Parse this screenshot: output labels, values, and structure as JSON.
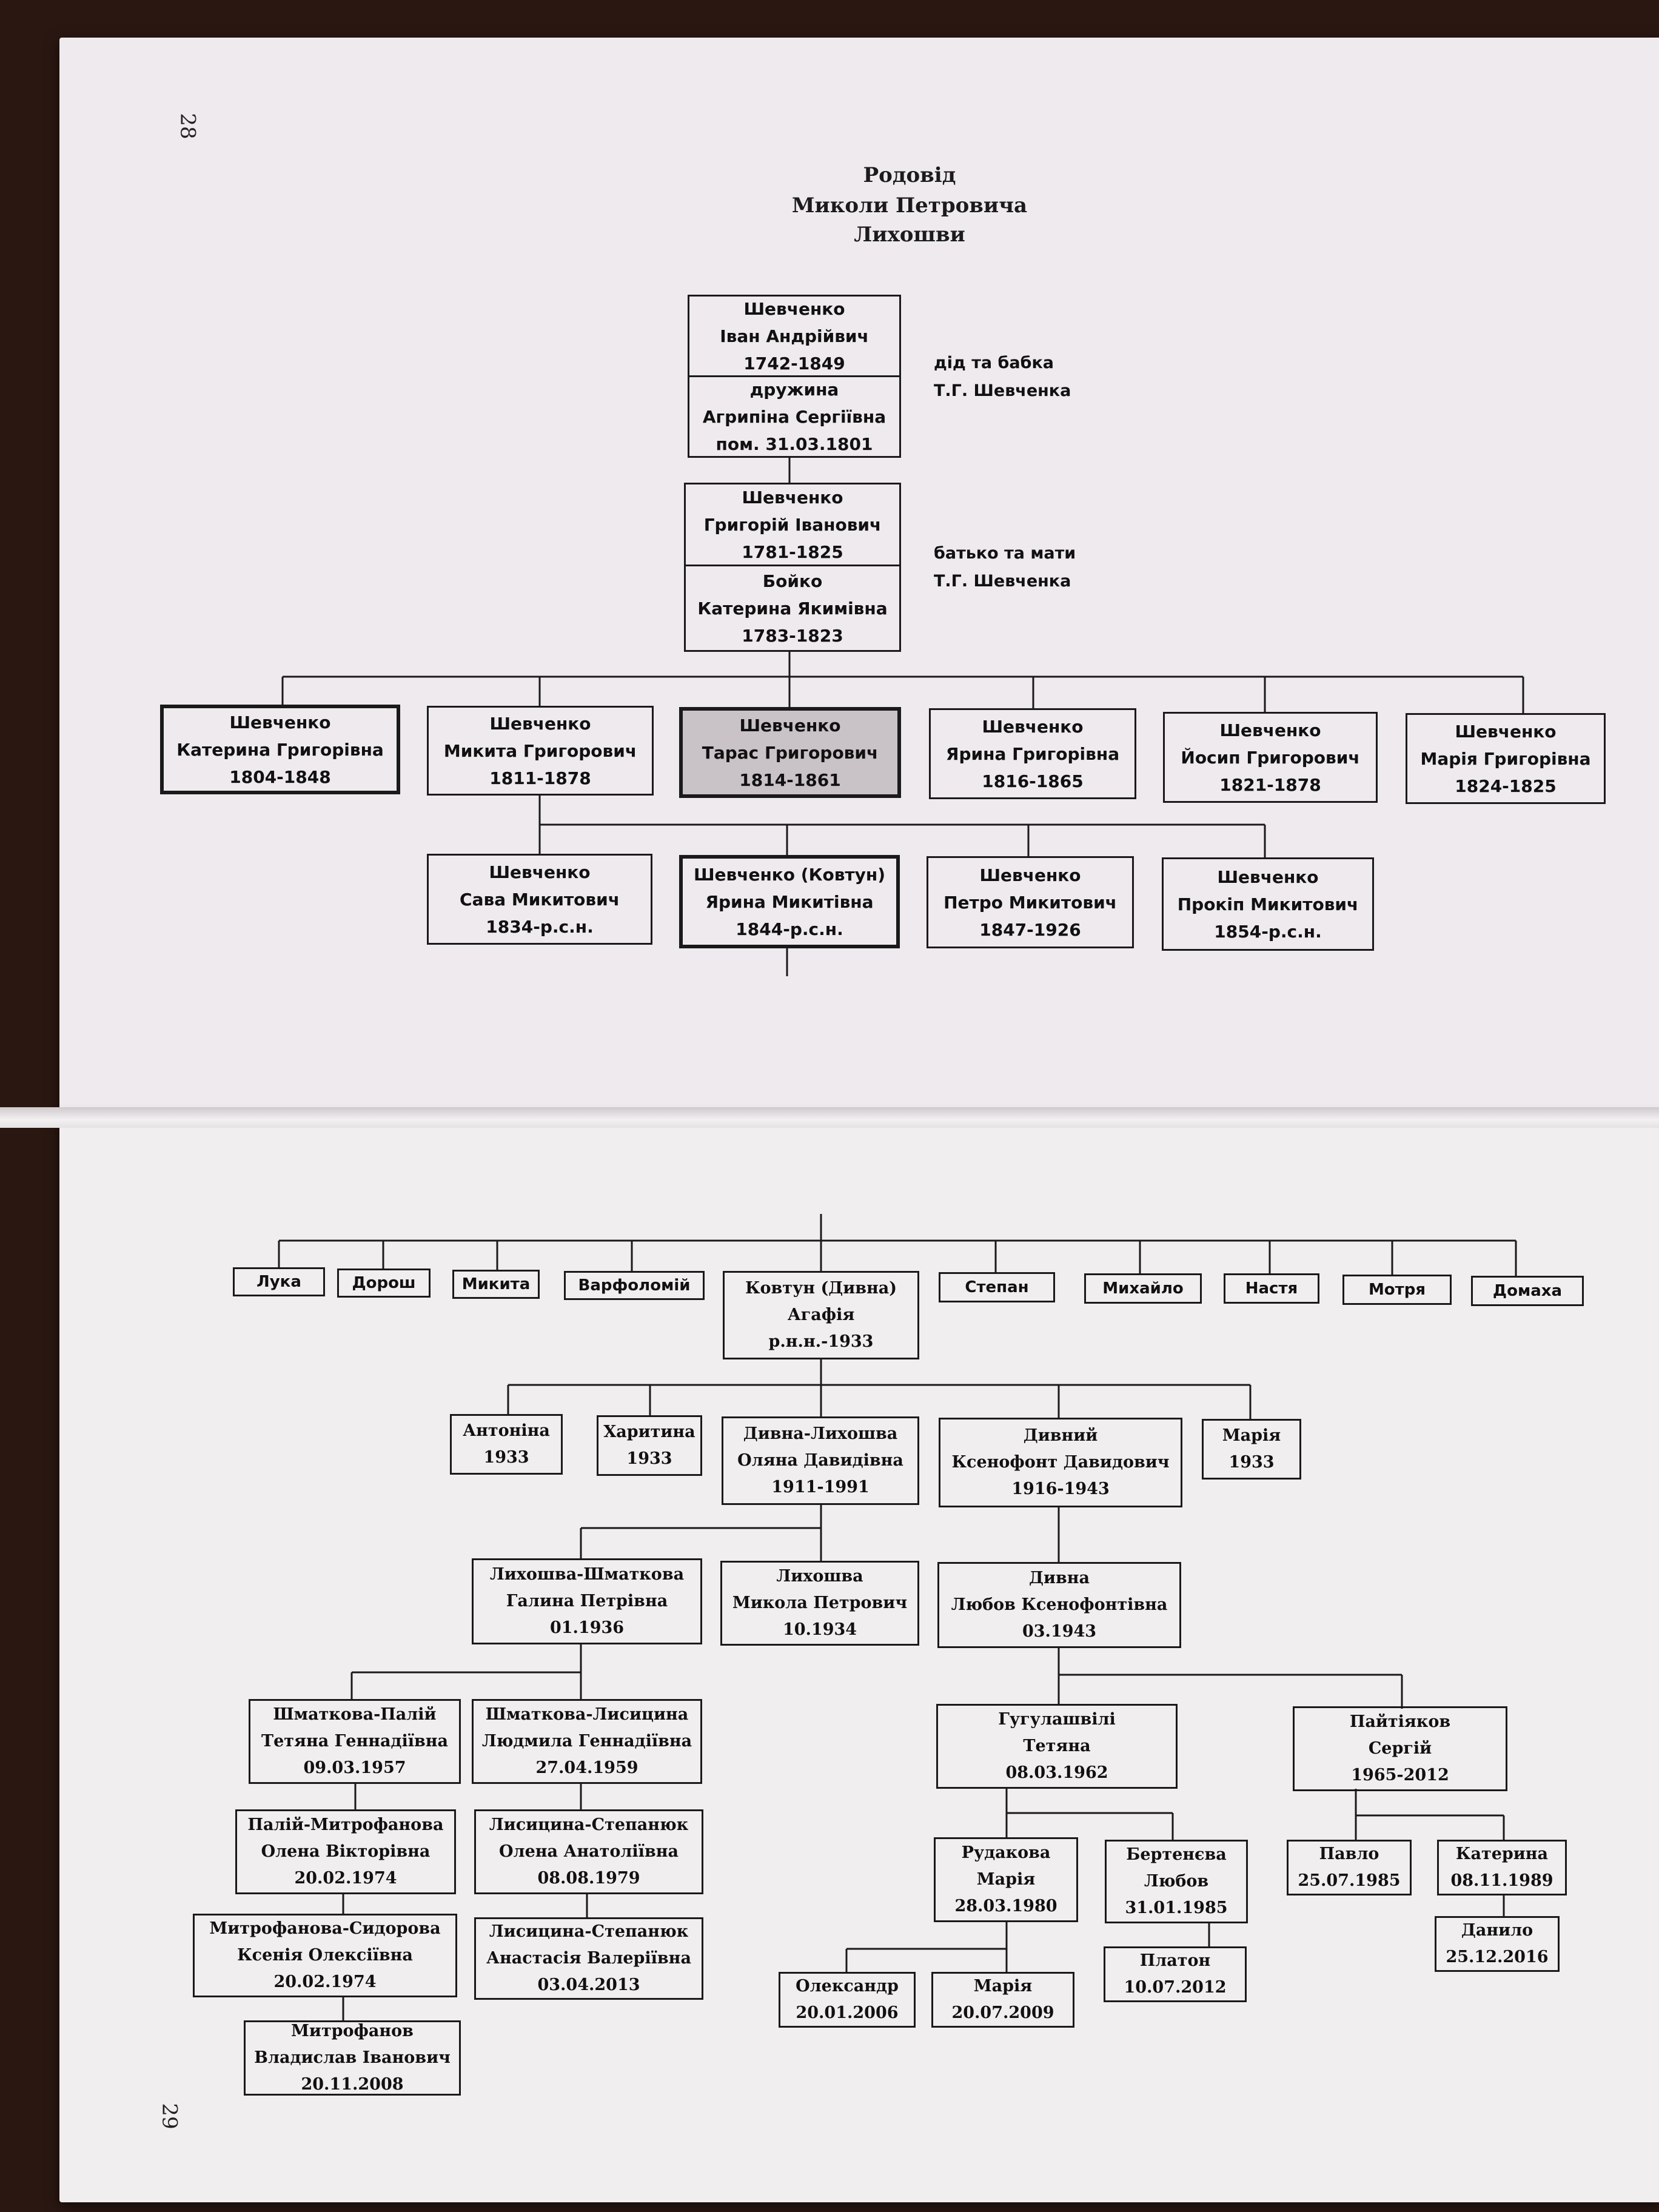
{
  "page_numbers": {
    "top": "28",
    "bottom": "29"
  },
  "title": {
    "line1": "Родовід",
    "line2": "Миколи Петровича",
    "line3": "Лихошви"
  },
  "notes": {
    "grandparents": {
      "line1": "дід та бабка",
      "line2": "Т.Г. Шевченка"
    },
    "parents": {
      "line1": "батько та мати",
      "line2": "Т.Г. Шевченка"
    }
  },
  "people": {
    "ivan": [
      "Шевченко",
      "Іван Андрійвич",
      "1742-1849"
    ],
    "agrypyna": [
      "дружина",
      "Агрипіна Сергіївна",
      "пом. 31.03.1801"
    ],
    "hryhoriy": [
      "Шевченко",
      "Григорій Іванович",
      "1781-1825"
    ],
    "kateryna_boiko": [
      "Бойко",
      "Катерина Якимівна",
      "1783-1823"
    ],
    "kateryna_h": [
      "Шевченко",
      "Катерина Григорівна",
      "1804-1848"
    ],
    "mykyta_h": [
      "Шевченко",
      "Микита Григорович",
      "1811-1878"
    ],
    "taras": [
      "Шевченко",
      "Тарас Григорович",
      "1814-1861"
    ],
    "yaryna_h": [
      "Шевченко",
      "Ярина Григорівна",
      "1816-1865"
    ],
    "yosyp": [
      "Шевченко",
      "Йосип Григорович",
      "1821-1878"
    ],
    "mariya_h": [
      "Шевченко",
      "Марія Григорівна",
      "1824-1825"
    ],
    "sava": [
      "Шевченко",
      "Сава Микитович",
      "1834-р.с.н."
    ],
    "yaryna_m": [
      "Шевченко (Ковтун)",
      "Ярина Микитівна",
      "1844-р.с.н."
    ],
    "petro": [
      "Шевченко",
      "Петро Микитович",
      "1847-1926"
    ],
    "prokip": [
      "Шевченко",
      "Прокіп Микитович",
      "1854-р.с.н."
    ],
    "luka": [
      "Лука"
    ],
    "dorosh": [
      "Дорош"
    ],
    "mykyta_k": [
      "Микита"
    ],
    "varfolomiy": [
      "Варфоломій"
    ],
    "ahafiya": [
      "Ковтун (Дивна)",
      "Агафія",
      "р.н.н.-1933"
    ],
    "stepan": [
      "Степан"
    ],
    "mykhailo": [
      "Михайло"
    ],
    "nastya": [
      "Настя"
    ],
    "motrya": [
      "Мотря"
    ],
    "domakha": [
      "Домаха"
    ],
    "antonina": [
      "Антоніна",
      "1933"
    ],
    "kharytyna": [
      "Харитина",
      "1933"
    ],
    "olyana": [
      "Дивна-Лихошва",
      "Оляна Давидівна",
      "1911-1991"
    ],
    "ksenofont": [
      "Дивний",
      "Ксенофонт Давидович",
      "1916-1943"
    ],
    "mariya_d": [
      "Марія",
      "1933"
    ],
    "halyna": [
      "Лихошва-Шматкова",
      "Галина Петрівна",
      "01.1936"
    ],
    "mykola": [
      "Лихошва",
      "Микола Петрович",
      "10.1934"
    ],
    "lyubov": [
      "Дивна",
      "Любов Ксенофонтівна",
      "03.1943"
    ],
    "tetyana_sh": [
      "Шматкова-Палій",
      "Тетяна Геннадіївна",
      "09.03.1957"
    ],
    "lyudmyla": [
      "Шматкова-Лисицина",
      "Людмила Геннадіївна",
      "27.04.1959"
    ],
    "tetyana_h": [
      "Гугулашвілі",
      "Тетяна",
      "08.03.1962"
    ],
    "serhiy": [
      "Пайтіяков",
      "Сергій",
      "1965-2012"
    ],
    "olena_p": [
      "Палій-Митрофанова",
      "Олена Вікторівна",
      "20.02.1974"
    ],
    "olena_l": [
      "Лисицина-Степанюк",
      "Олена Анатоліївна",
      "08.08.1979"
    ],
    "mariya_r": [
      "Рудакова",
      "Марія",
      "28.03.1980"
    ],
    "lyubov_b": [
      "Бертенєва",
      "Любов",
      "31.01.1985"
    ],
    "pavlo": [
      "Павло",
      "25.07.1985"
    ],
    "kateryna_p": [
      "Катерина",
      "08.11.1989"
    ],
    "kseniya": [
      "Митрофанова-Сидорова",
      "Ксенія Олексіївна",
      "20.02.1974"
    ],
    "anastasiya": [
      "Лисицина-Степанюк",
      "Анастасія Валеріївна",
      "03.04.2013"
    ],
    "oleksandr": [
      "Олександр",
      "20.01.2006"
    ],
    "mariya_2009": [
      "Марія",
      "20.07.2009"
    ],
    "platon": [
      "Платон",
      "10.07.2012"
    ],
    "danylo": [
      "Данило",
      "25.12.2016"
    ],
    "vladyslav": [
      "Митрофанов",
      "Владислав Іванович",
      "20.11.2008"
    ]
  }
}
